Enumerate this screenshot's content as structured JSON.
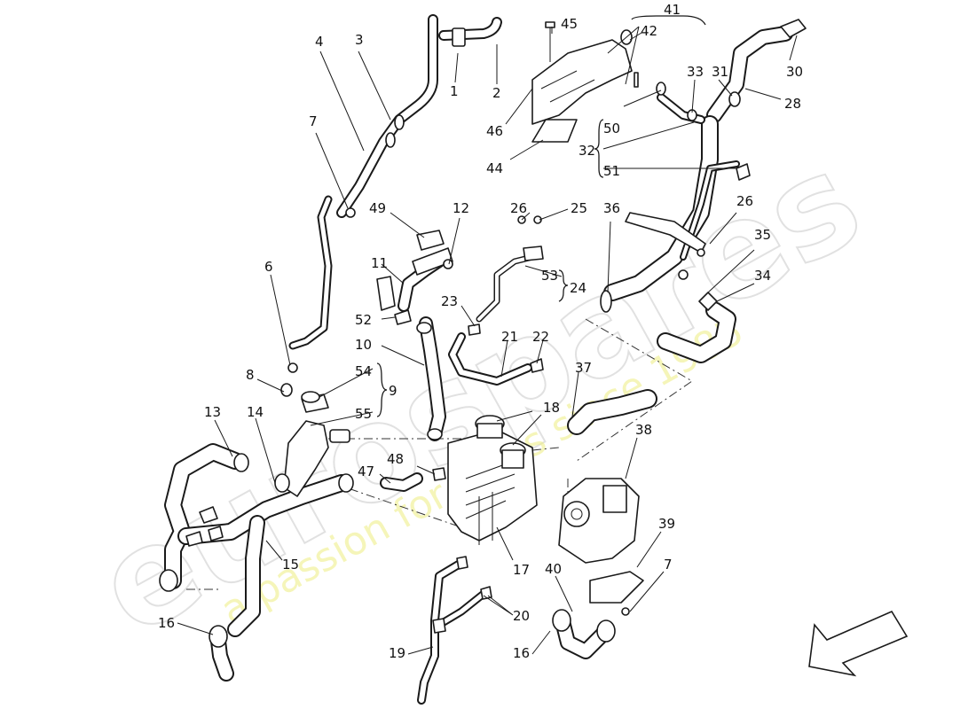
{
  "diagram": {
    "labels": {
      "l1": "1",
      "l2": "2",
      "l3": "3",
      "l4": "4",
      "l6": "6",
      "l7a": "7",
      "l7b": "7",
      "l8": "8",
      "l9": "9",
      "l10": "10",
      "l11": "11",
      "l12": "12",
      "l13": "13",
      "l14": "14",
      "l15": "15",
      "l16a": "16",
      "l16b": "16",
      "l17": "17",
      "l18": "18",
      "l19": "19",
      "l20": "20",
      "l21": "21",
      "l22": "22",
      "l23": "23",
      "l24": "24",
      "l25": "25",
      "l26a": "26",
      "l26b": "26",
      "l28": "28",
      "l30": "30",
      "l31": "31",
      "l32": "32",
      "l33": "33",
      "l34": "34",
      "l35": "35",
      "l36": "36",
      "l37": "37",
      "l38": "38",
      "l39": "39",
      "l40": "40",
      "l41": "41",
      "l42": "42",
      "l44": "44",
      "l45": "45",
      "l46": "46",
      "l47": "47",
      "l48": "48",
      "l49": "49",
      "l50": "50",
      "l51": "51",
      "l52": "52",
      "l53": "53",
      "l54": "54",
      "l55": "55"
    },
    "watermark": {
      "brand": "eurospares",
      "tagline": "a passion for parts since 1985"
    },
    "colors": {
      "line": "#1a1a1a",
      "watermark_grey": "#c9c9c9",
      "watermark_yellow": "#eeee80"
    },
    "direction_icon": "arrow-down-left-icon"
  }
}
